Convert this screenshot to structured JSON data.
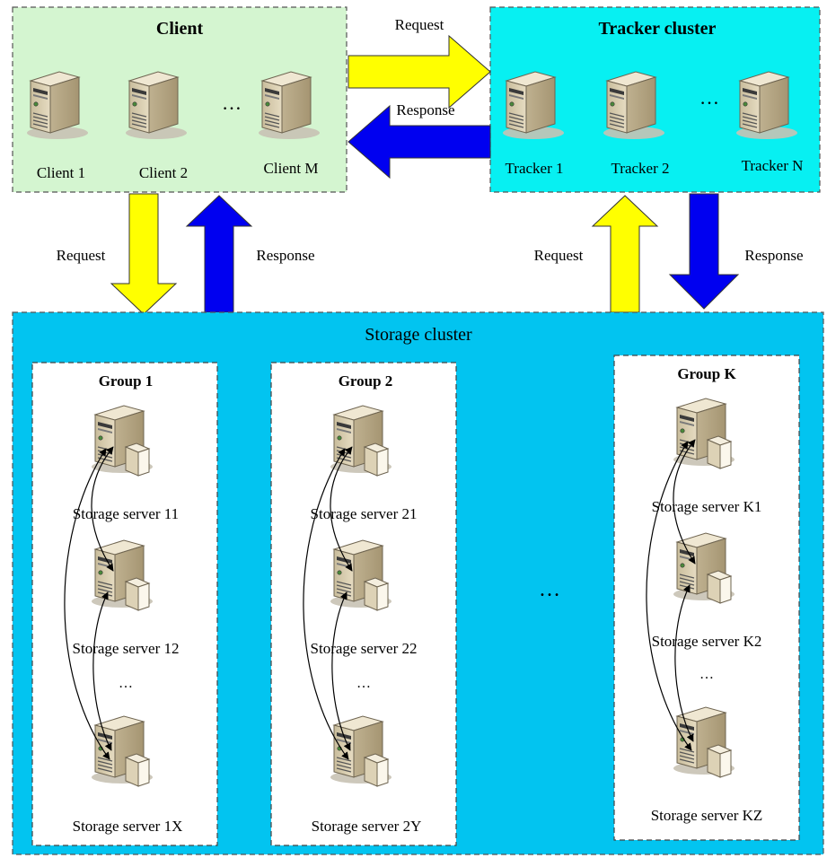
{
  "colors": {
    "client_bg": "#d4f5d0",
    "tracker_bg": "#07f0f2",
    "storage_bg": "#02c4f0",
    "group_bg": "#ffffff",
    "request_arrow": "#ffff00",
    "response_arrow": "#0000f0"
  },
  "client": {
    "title": "Client",
    "servers": [
      "Client 1",
      "Client 2",
      "Client M"
    ],
    "ellipsis": "…"
  },
  "tracker": {
    "title": "Tracker cluster",
    "servers": [
      "Tracker 1",
      "Tracker 2",
      "Tracker N"
    ],
    "ellipsis": "…"
  },
  "arrows": {
    "client_to_tracker": "Request",
    "tracker_to_client": "Response",
    "client_to_storage": "Request",
    "storage_to_client": "Response",
    "storage_to_tracker": "Request",
    "tracker_to_storage": "Response"
  },
  "storage": {
    "title": "Storage cluster",
    "groups_ellipsis": "…",
    "groups": [
      {
        "title": "Group 1",
        "servers": [
          "Storage server 11",
          "Storage server 12",
          "Storage server 1X"
        ],
        "ellipsis": "…"
      },
      {
        "title": "Group 2",
        "servers": [
          "Storage server 21",
          "Storage server 22",
          "Storage server 2Y"
        ],
        "ellipsis": "…"
      },
      {
        "title": "Group K",
        "servers": [
          "Storage server K1",
          "Storage server K2",
          "Storage server KZ"
        ],
        "ellipsis": "…"
      }
    ]
  },
  "icons": {
    "server": "server-tower-icon",
    "disk": "disk-icon"
  }
}
